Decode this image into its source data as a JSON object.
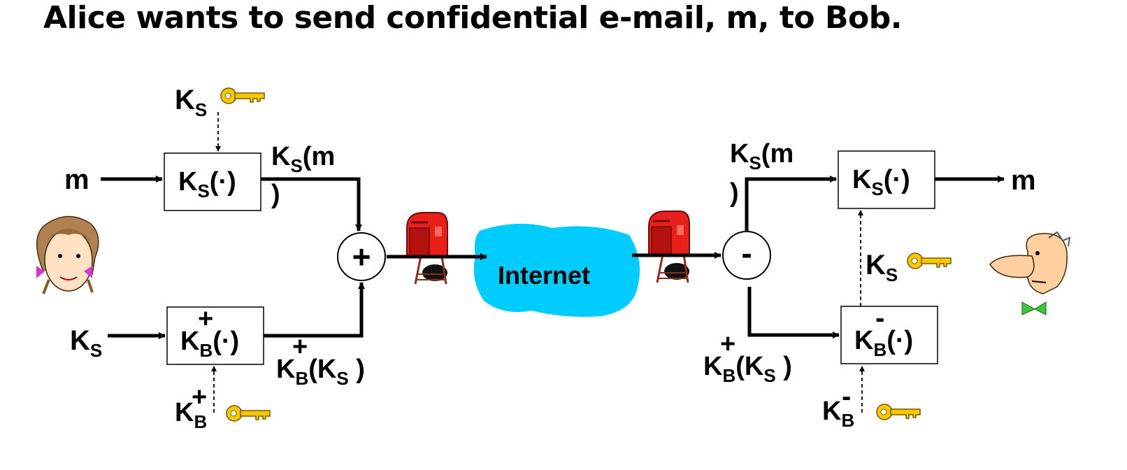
{
  "title": "Alice wants to send confidential e-mail, m, to Bob.",
  "message": "m",
  "session_key": {
    "base": "K",
    "sub": "S"
  },
  "public_key_bob": {
    "base": "K",
    "sub": "B",
    "sup": "+"
  },
  "private_key_bob": {
    "base": "K",
    "sub": "B",
    "sup": "-"
  },
  "encrypt_box_session": {
    "base": "K",
    "sub": "S",
    "arg": "(·)"
  },
  "encrypt_box_public": {
    "base": "K",
    "sub": "B",
    "sup": "+",
    "arg": "(·)"
  },
  "decrypt_box_private": {
    "base": "K",
    "sub": "B",
    "sup": "-",
    "arg": "(·)"
  },
  "decrypt_box_session": {
    "base": "K",
    "sub": "S",
    "arg": "(·)"
  },
  "ks_of_m": {
    "base": "K",
    "sub": "S",
    "open": "(m",
    "close": ")"
  },
  "kb_of_ks": {
    "base": "K",
    "sub": "B",
    "sup": "+",
    "open": "(K",
    "inner_sub": "S",
    "close": " )"
  },
  "combine_symbol": "+",
  "split_symbol": "-",
  "network_label": "Internet",
  "colors": {
    "cloud": "#00ccff",
    "mailbox": "#e8201c",
    "key": "#f5c800"
  },
  "icons": [
    "alice-icon",
    "bob-icon",
    "key-icon",
    "mailbox-icon",
    "cloud-icon"
  ]
}
